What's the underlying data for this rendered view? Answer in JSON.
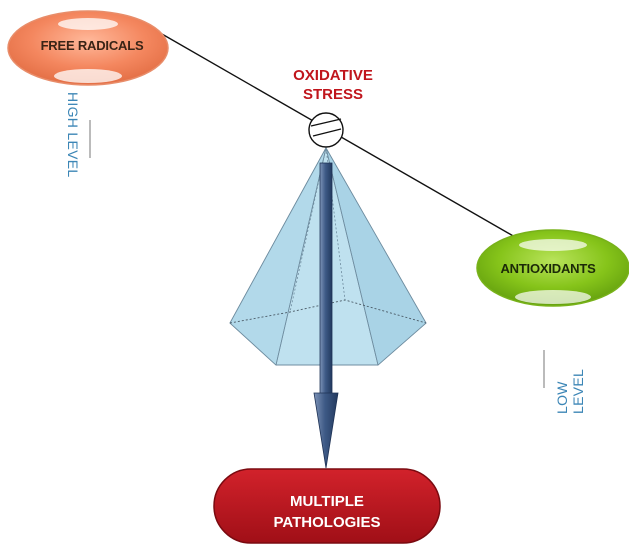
{
  "title": {
    "line1": "OXIDATIVE",
    "line2": "STRESS"
  },
  "left_node": {
    "label": "FREE RADICALS",
    "level": "HIGH LEVEL",
    "color": "#f4875f"
  },
  "right_node": {
    "label": "ANTIOXIDANTS",
    "level": "LOW LEVEL",
    "color": "#86c41a"
  },
  "outcome": {
    "line1": "MULTIPLE",
    "line2": "PATHOLOGIES",
    "color": "#b5121b"
  },
  "colors": {
    "pyramid_fill": "#bfe1ef",
    "arrow": "#3e5a86",
    "level_text": "#3c86b6",
    "title_text": "#c0151c"
  }
}
